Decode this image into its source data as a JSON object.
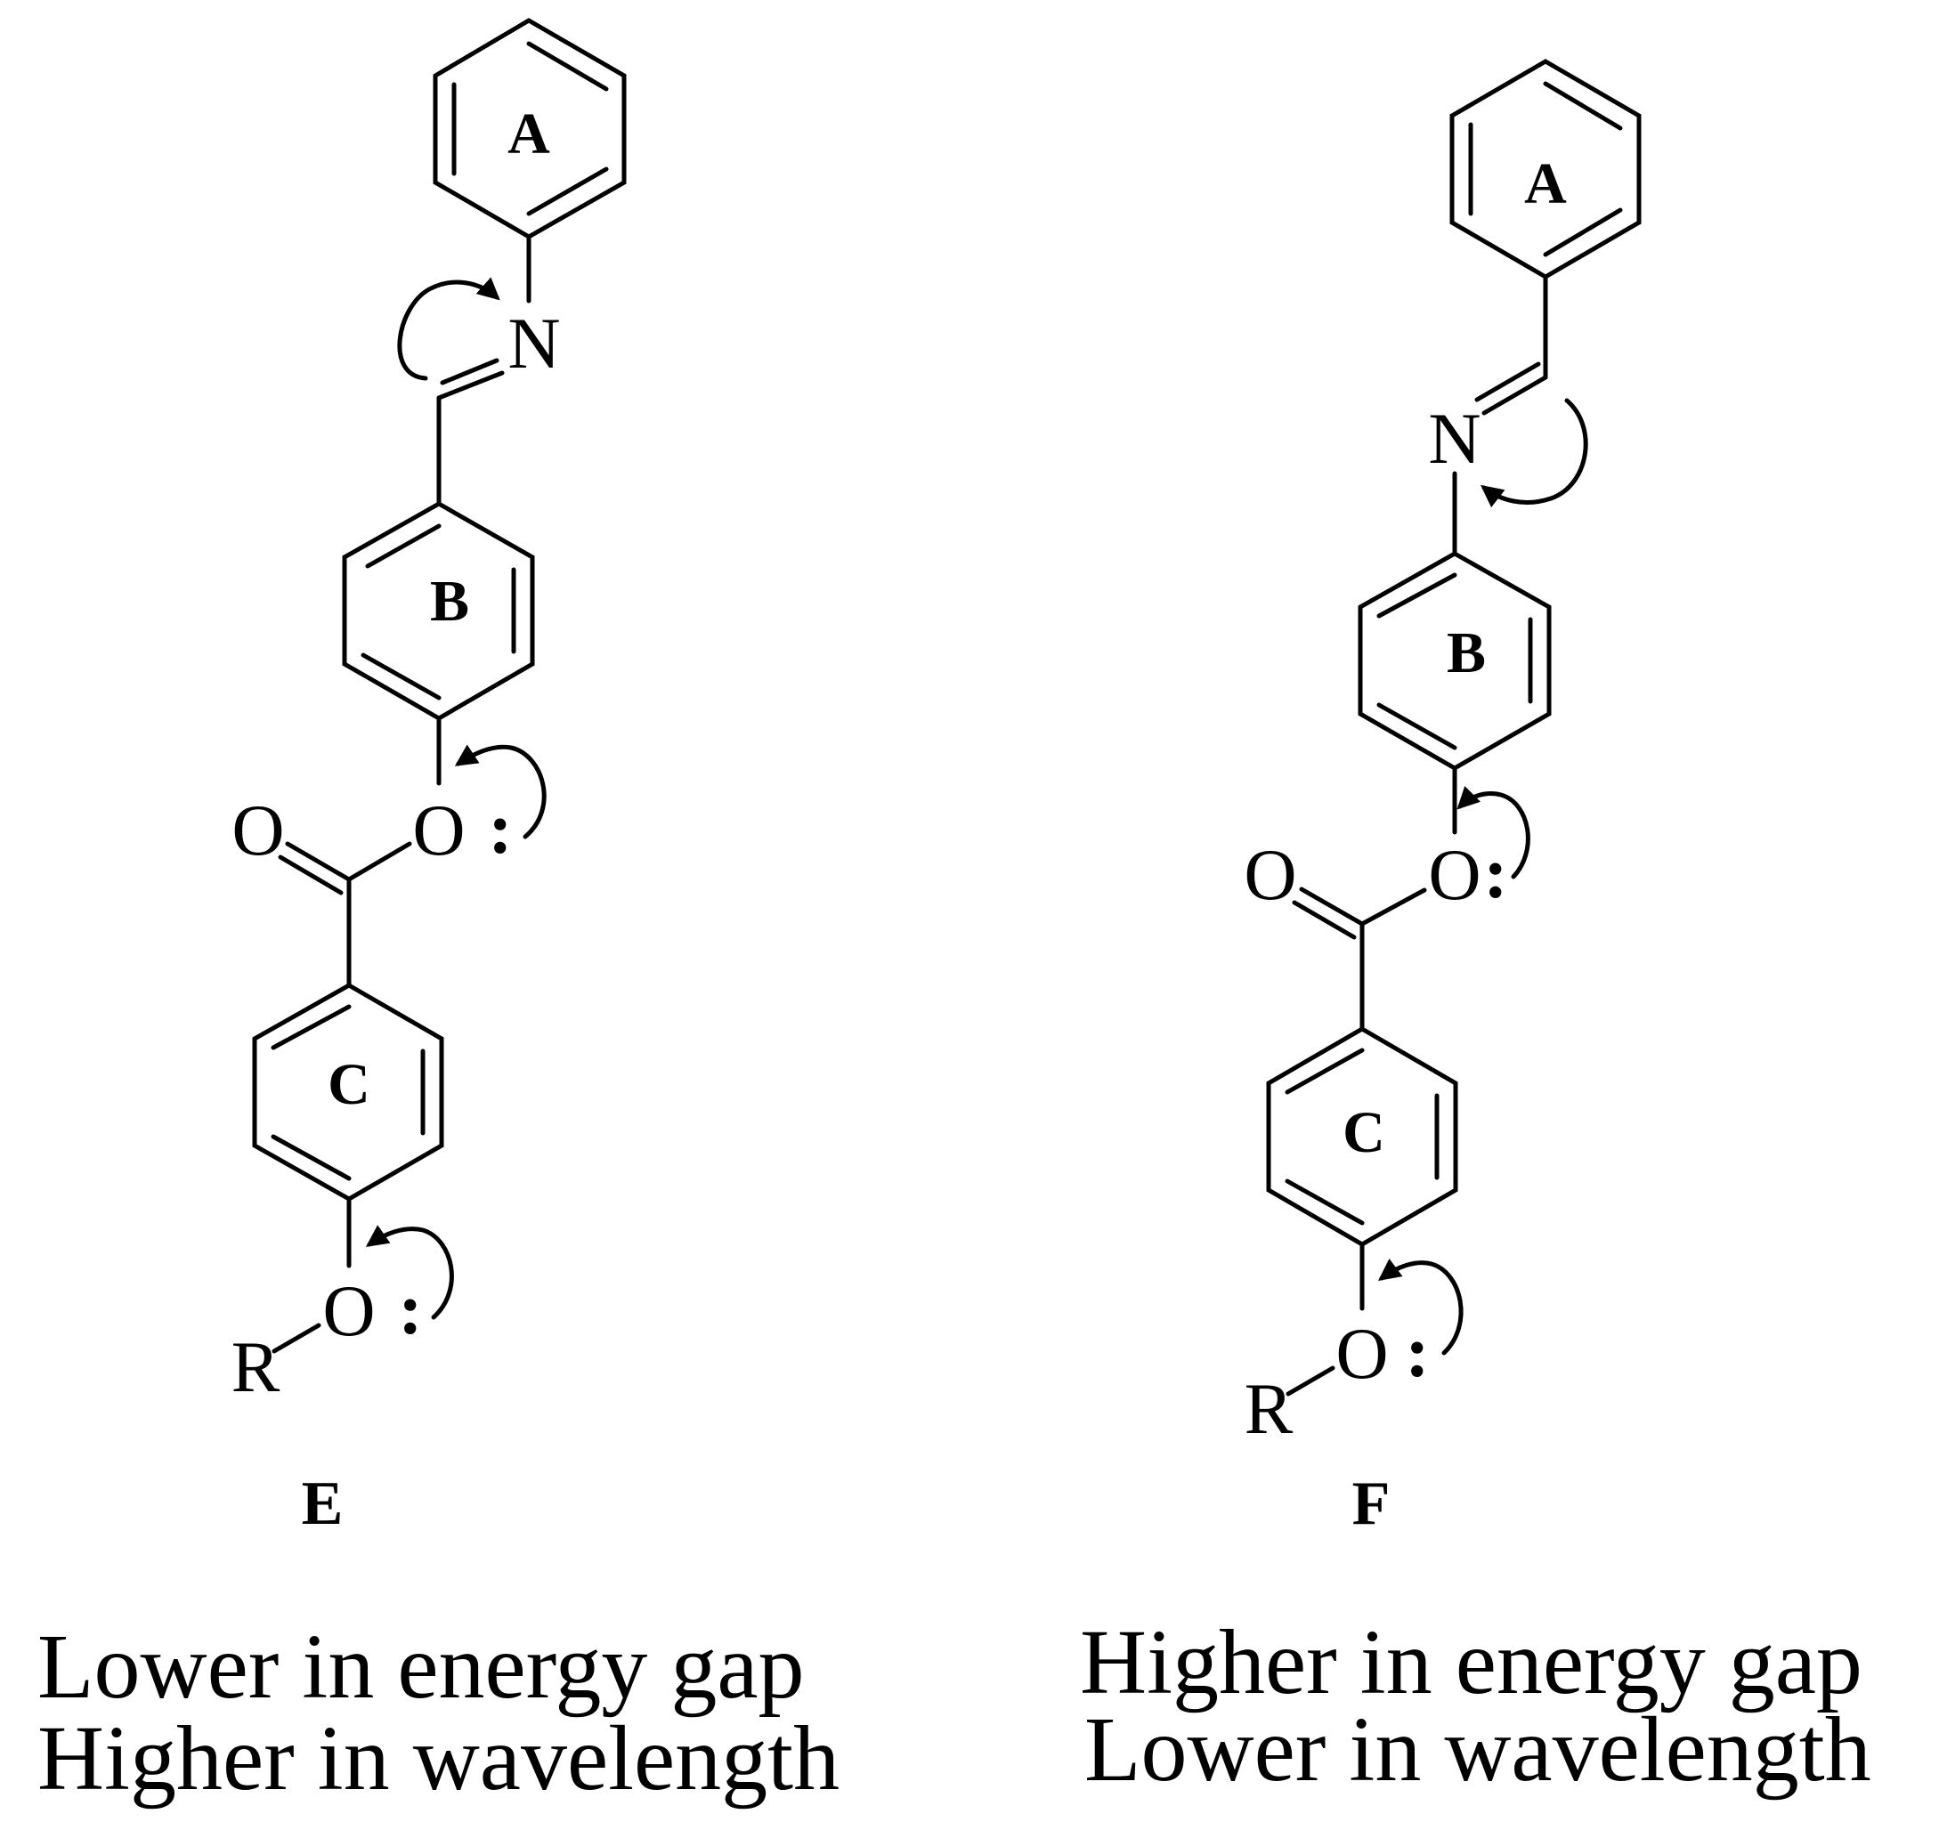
{
  "molecule_E": {
    "id": "E",
    "rings": {
      "a": "A",
      "b": "B",
      "c": "C"
    },
    "atoms": {
      "n": "N",
      "o_carbonyl": "O",
      "o_ester": "O",
      "o_ether": "O",
      "r": "R"
    },
    "lone_pair": ":",
    "caption_line1": "Lower in energy gap",
    "caption_line2": "Higher in wavelength"
  },
  "molecule_F": {
    "id": "F",
    "rings": {
      "a": "A",
      "b": "B",
      "c": "C"
    },
    "atoms": {
      "n": "N",
      "o_carbonyl": "O",
      "o_ester": "O",
      "o_ether": "O",
      "r": "R"
    },
    "lone_pair": ":",
    "caption_line1": "Higher in energy gap",
    "caption_line2": "Lower in wavelength"
  },
  "colors": {
    "ink": "#000000",
    "background": "#ffffff"
  }
}
